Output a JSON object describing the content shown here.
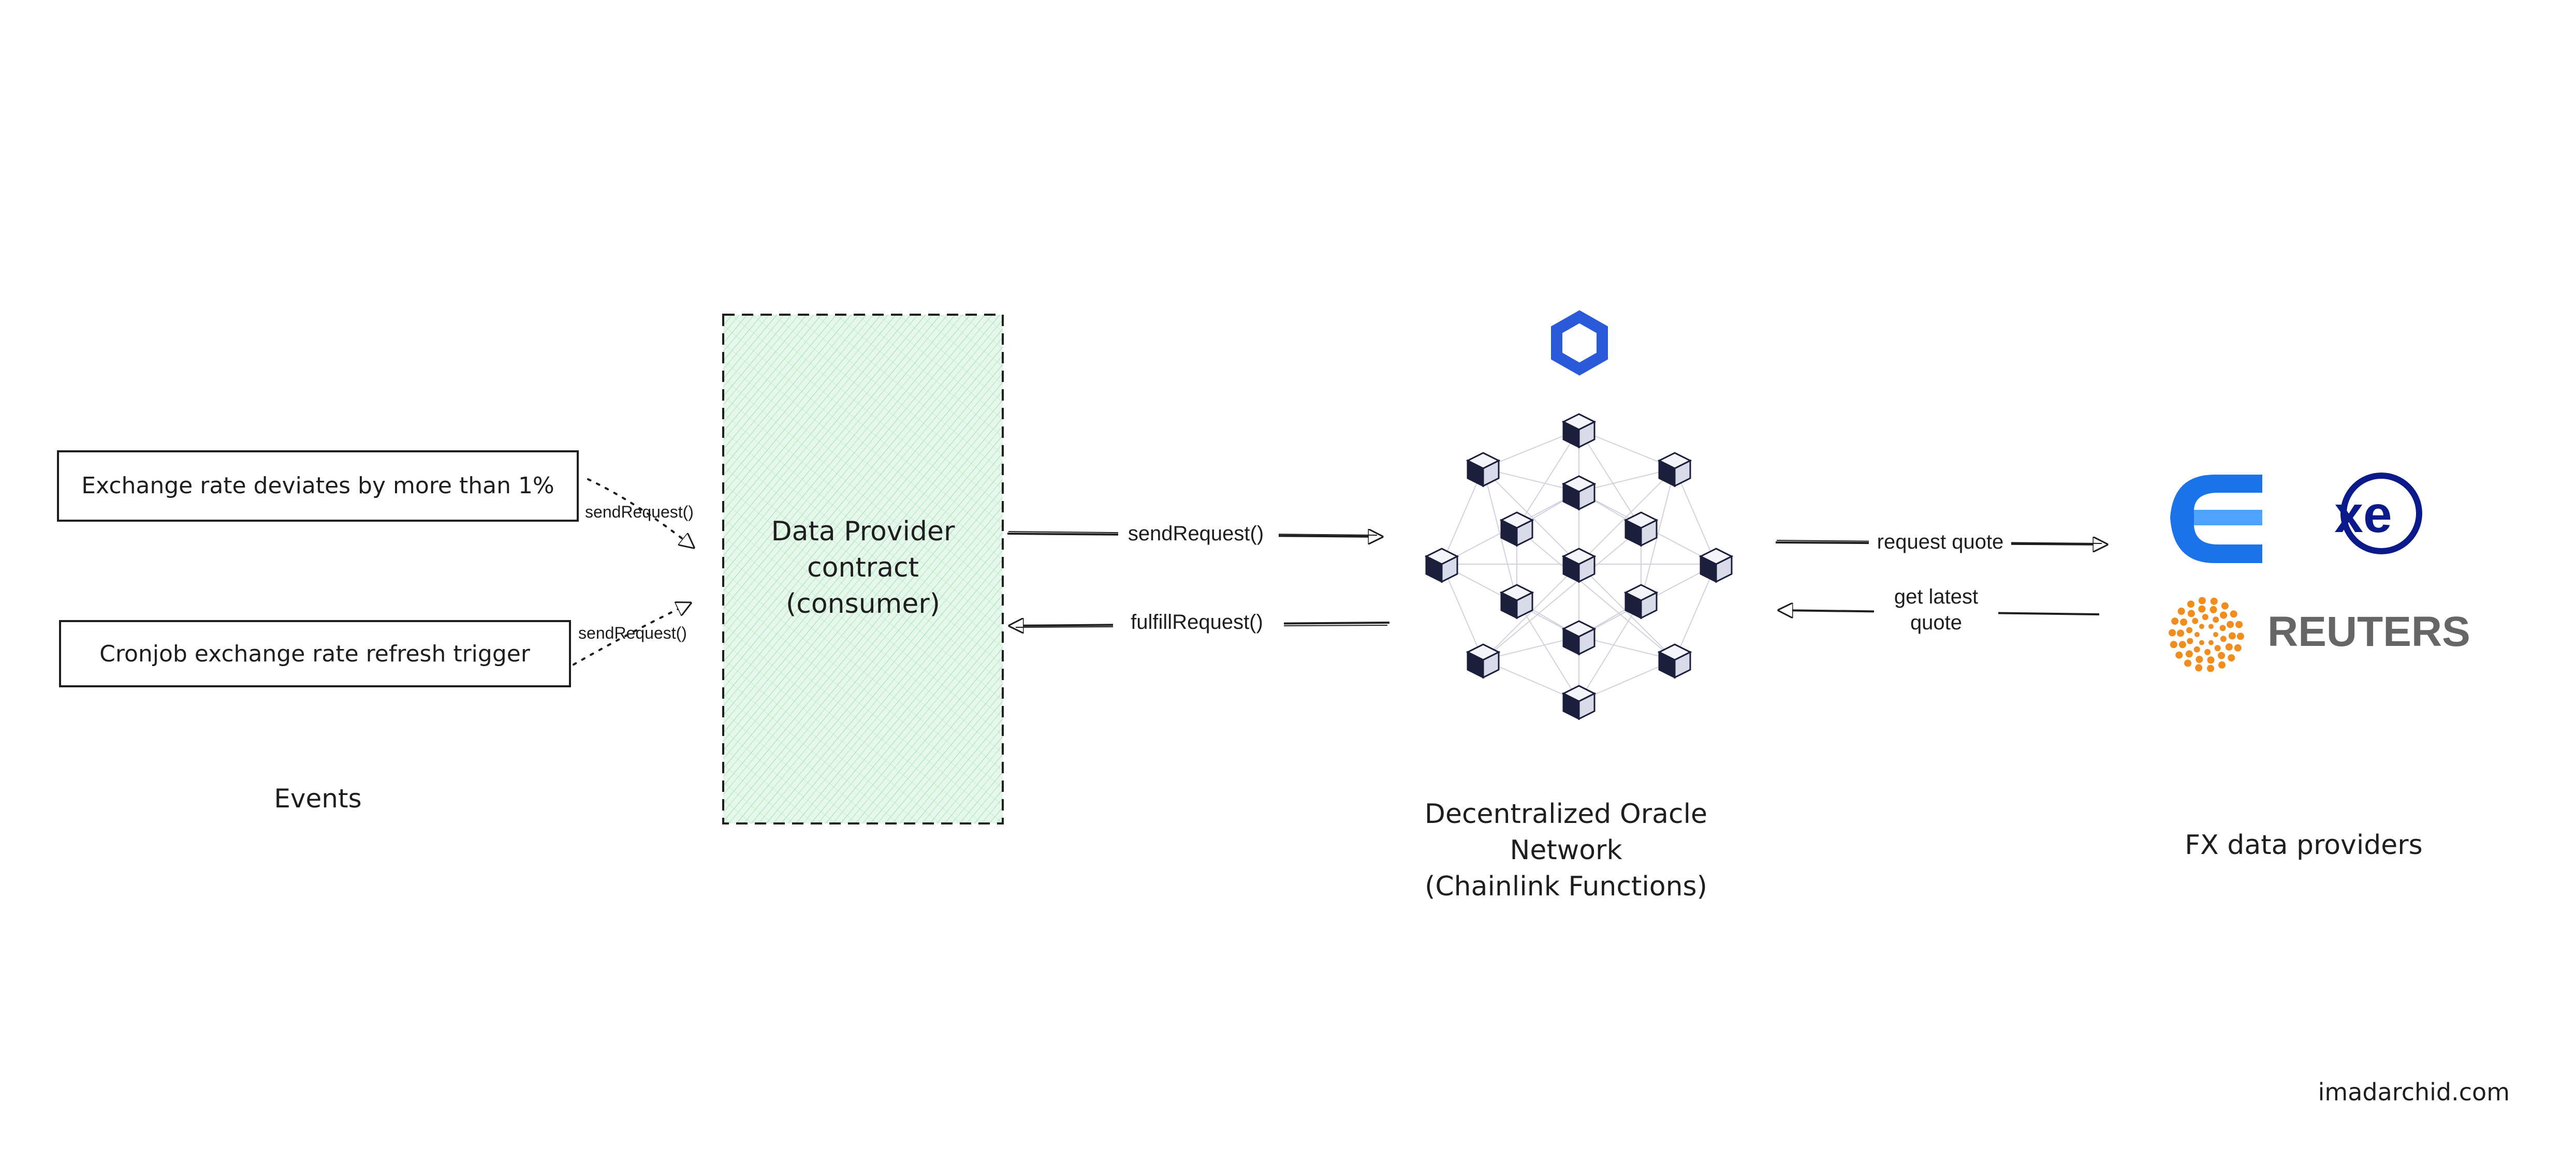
{
  "events": {
    "box1": "Exchange rate deviates by more than 1%",
    "box2": "Cronjob exchange rate refresh trigger",
    "arrow1_label": "sendRequest()",
    "arrow2_label": "sendRequest()",
    "caption": "Events"
  },
  "consumer": {
    "line1": "Data Provider",
    "line2": "contract",
    "line3": "(consumer)"
  },
  "links": {
    "send_label": "sendRequest()",
    "fulfill_label": "fulfillRequest()",
    "request_quote_label": "request quote",
    "get_latest_line1": "get latest",
    "get_latest_line2": "quote"
  },
  "oracle": {
    "caption_line1": "Decentralized Oracle",
    "caption_line2": "Network",
    "caption_line3": "(Chainlink Functions)"
  },
  "providers": {
    "caption": "FX data providers",
    "logos": [
      "e-logo-icon",
      "xe-logo",
      "reuters-logo"
    ],
    "xe_text": "xe",
    "reuters_text": "REUTERS"
  },
  "footer": {
    "site": "imadarchid.com"
  },
  "colors": {
    "ink": "#1e1e1e",
    "consumer_fill": "#d3f5dc",
    "chainlink_blue": "#2a5ada",
    "cube_dark": "#1b1f3b",
    "cube_light": "#e6e8f0",
    "e_blue": "#1a73e8",
    "xe_navy": "#0b1a8a",
    "reuters_orange": "#f28c1c",
    "reuters_gray": "#666666"
  }
}
